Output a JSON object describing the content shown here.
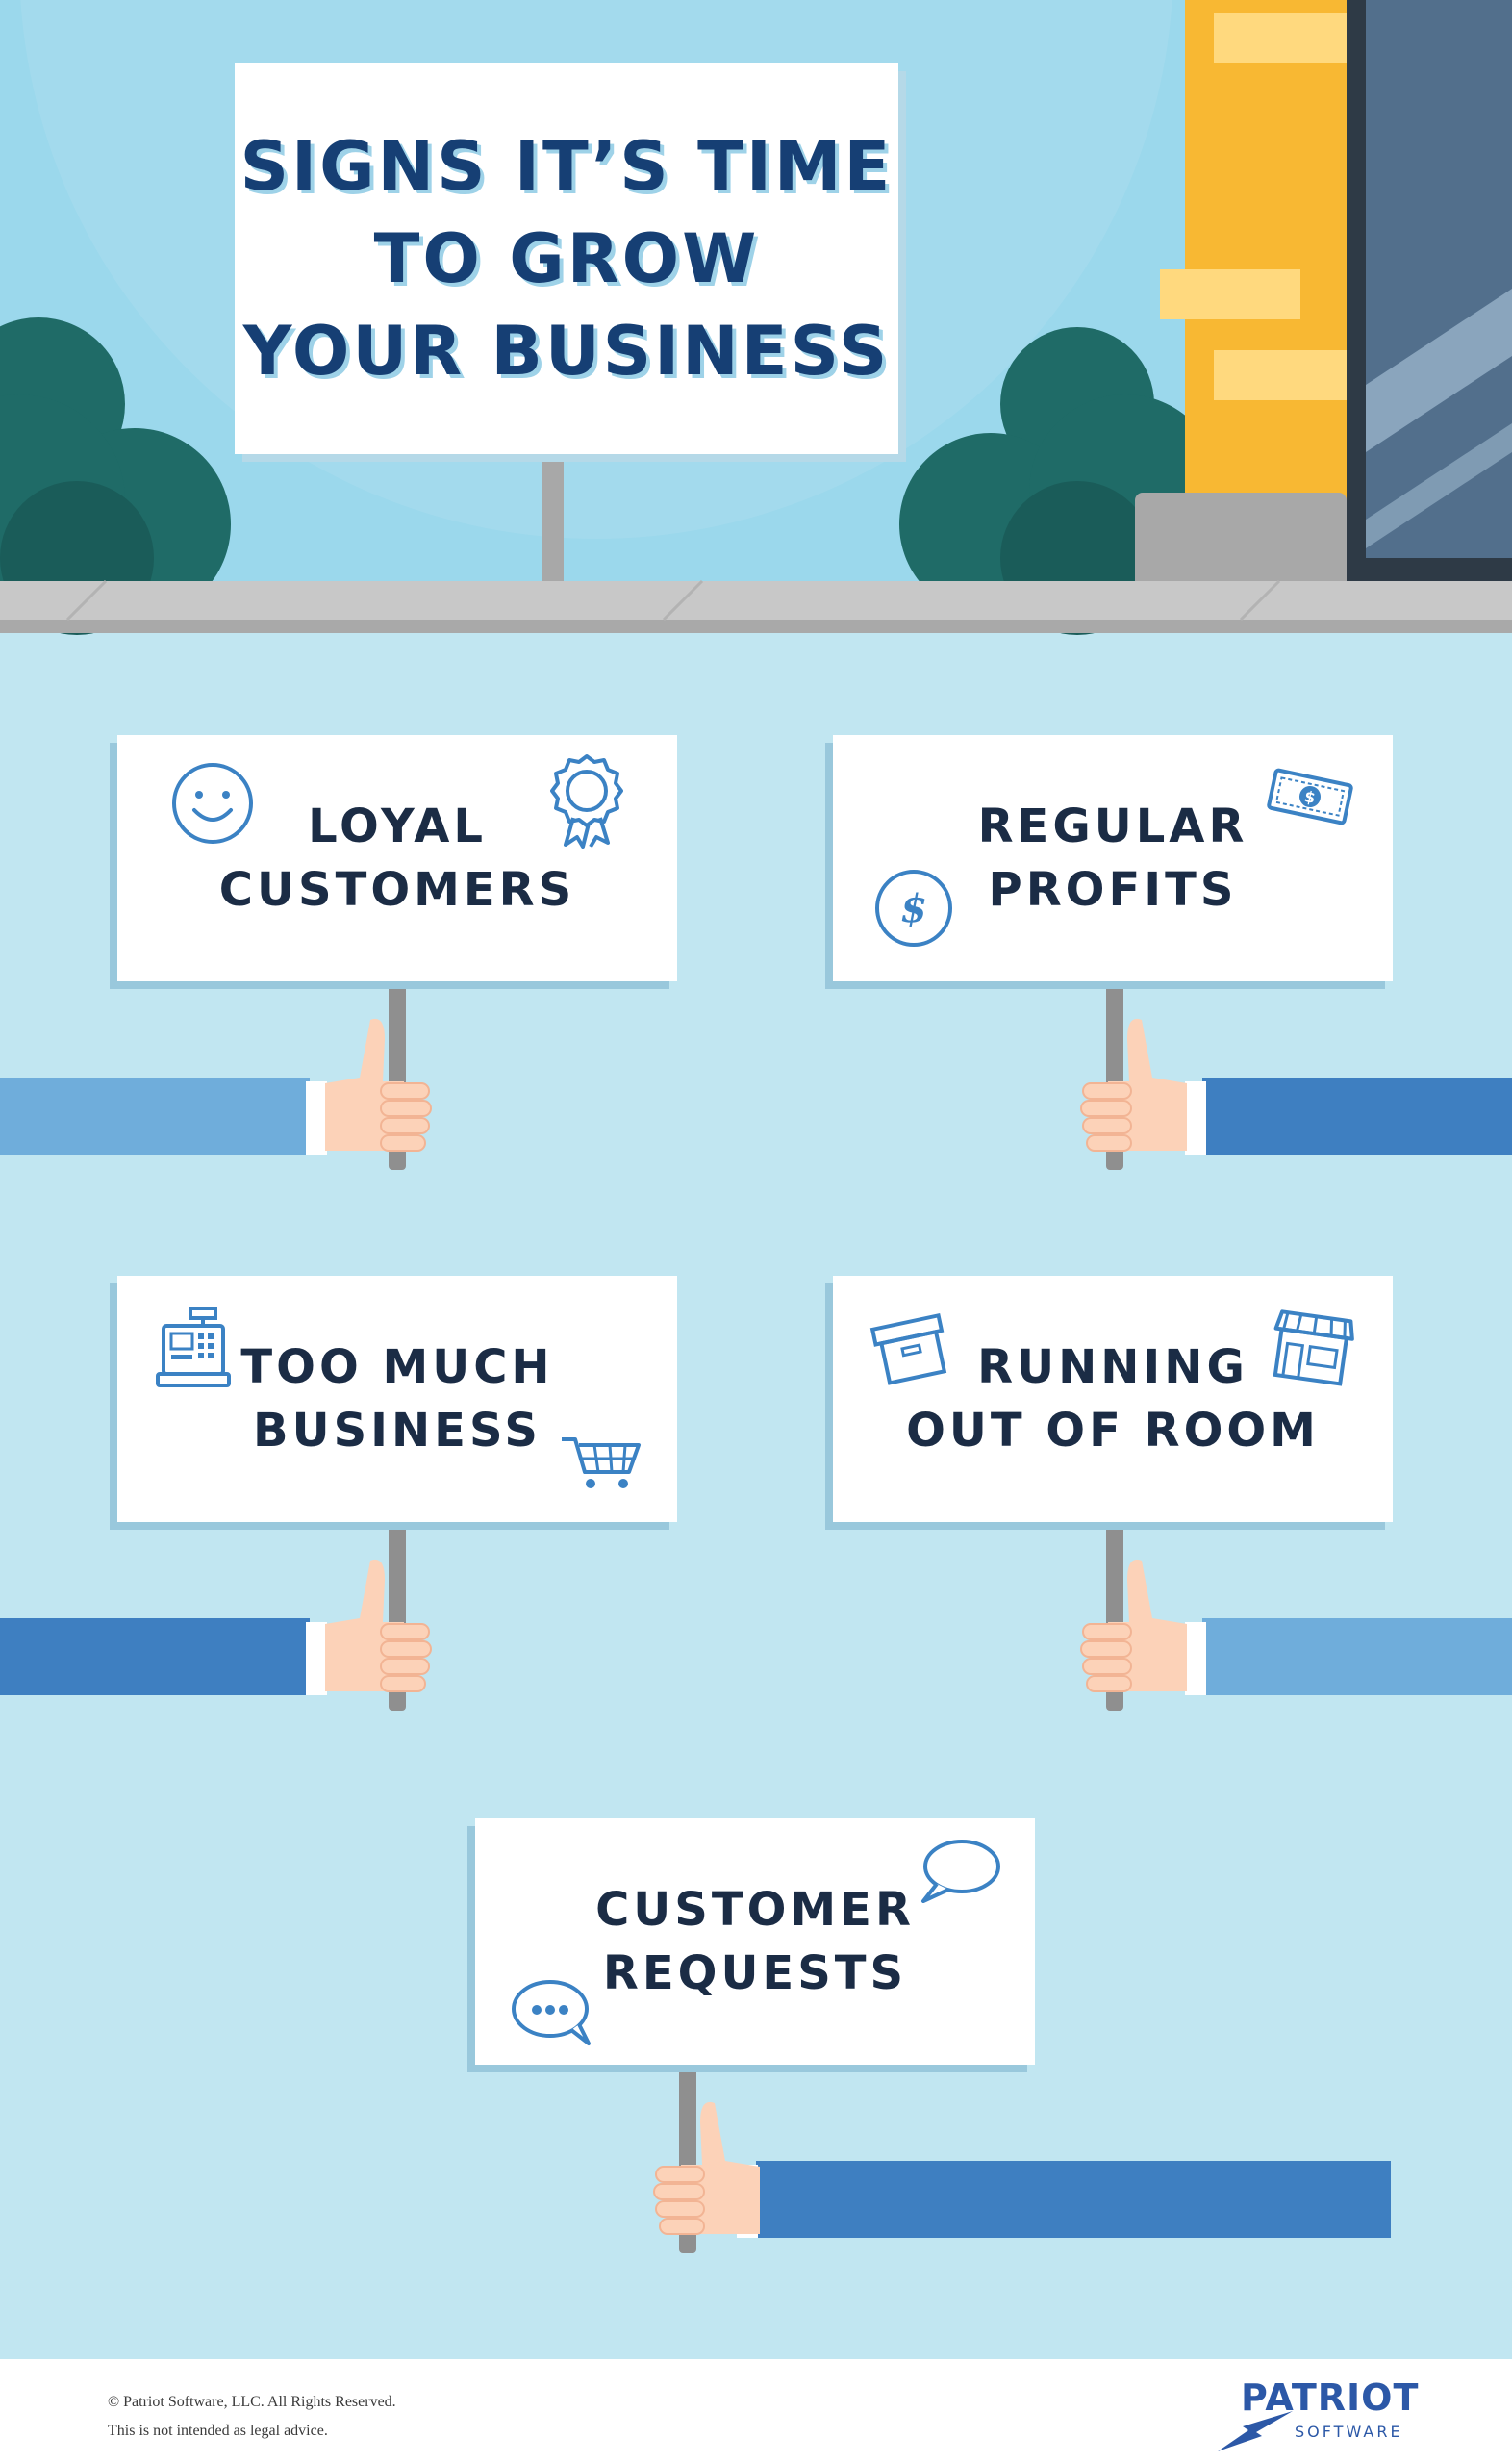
{
  "title": {
    "lines": [
      "SIGNS IT’S TIME",
      "TO GROW",
      "YOUR BUSINESS"
    ]
  },
  "signs": [
    {
      "lines": [
        "LOYAL",
        "CUSTOMERS"
      ],
      "icons": [
        "smiley-icon",
        "award-ribbon-icon"
      ]
    },
    {
      "lines": [
        "REGULAR",
        "PROFITS"
      ],
      "icons": [
        "dollar-bill-icon",
        "dollar-coin-icon"
      ]
    },
    {
      "lines": [
        "TOO MUCH",
        "BUSINESS"
      ],
      "icons": [
        "cash-register-icon",
        "shopping-cart-icon"
      ]
    },
    {
      "lines": [
        "RUNNING",
        "OUT OF ROOM"
      ],
      "icons": [
        "storage-box-icon",
        "storefront-icon"
      ]
    },
    {
      "lines": [
        "CUSTOMER",
        "REQUESTS"
      ],
      "icons": [
        "speech-bubble-icon",
        "chat-bubble-dots-icon"
      ]
    }
  ],
  "footer": {
    "copyright": "© Patriot Software, LLC. All Rights Reserved.",
    "disclaimer": "This is not intended as legal advice.",
    "logo_name": "PATRIOT",
    "logo_sub": "SOFTWARE"
  },
  "colors": {
    "sky": "#9bd8ec",
    "background": "#c1e6f1",
    "title_navy": "#163f74",
    "sign_text": "#1b2c45",
    "icon_blue": "#3b82c4",
    "sleeve_dark": "#3e7fc1",
    "sleeve_light": "#6faddb",
    "skin": "#fcd2b8",
    "bush": "#1f6b67",
    "pillar": "#f8b833",
    "logo_blue": "#2c58a7"
  }
}
